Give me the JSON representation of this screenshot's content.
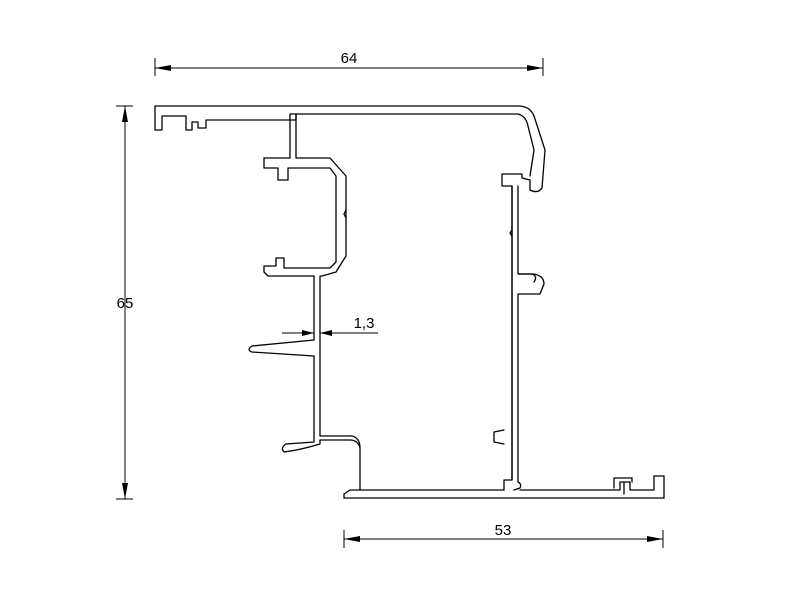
{
  "drawing": {
    "dimensions": {
      "top_width": "64",
      "height": "65",
      "wall_thickness": "1,3",
      "bottom_width": "53"
    },
    "colors": {
      "background": "#ffffff",
      "line": "#000000"
    }
  }
}
